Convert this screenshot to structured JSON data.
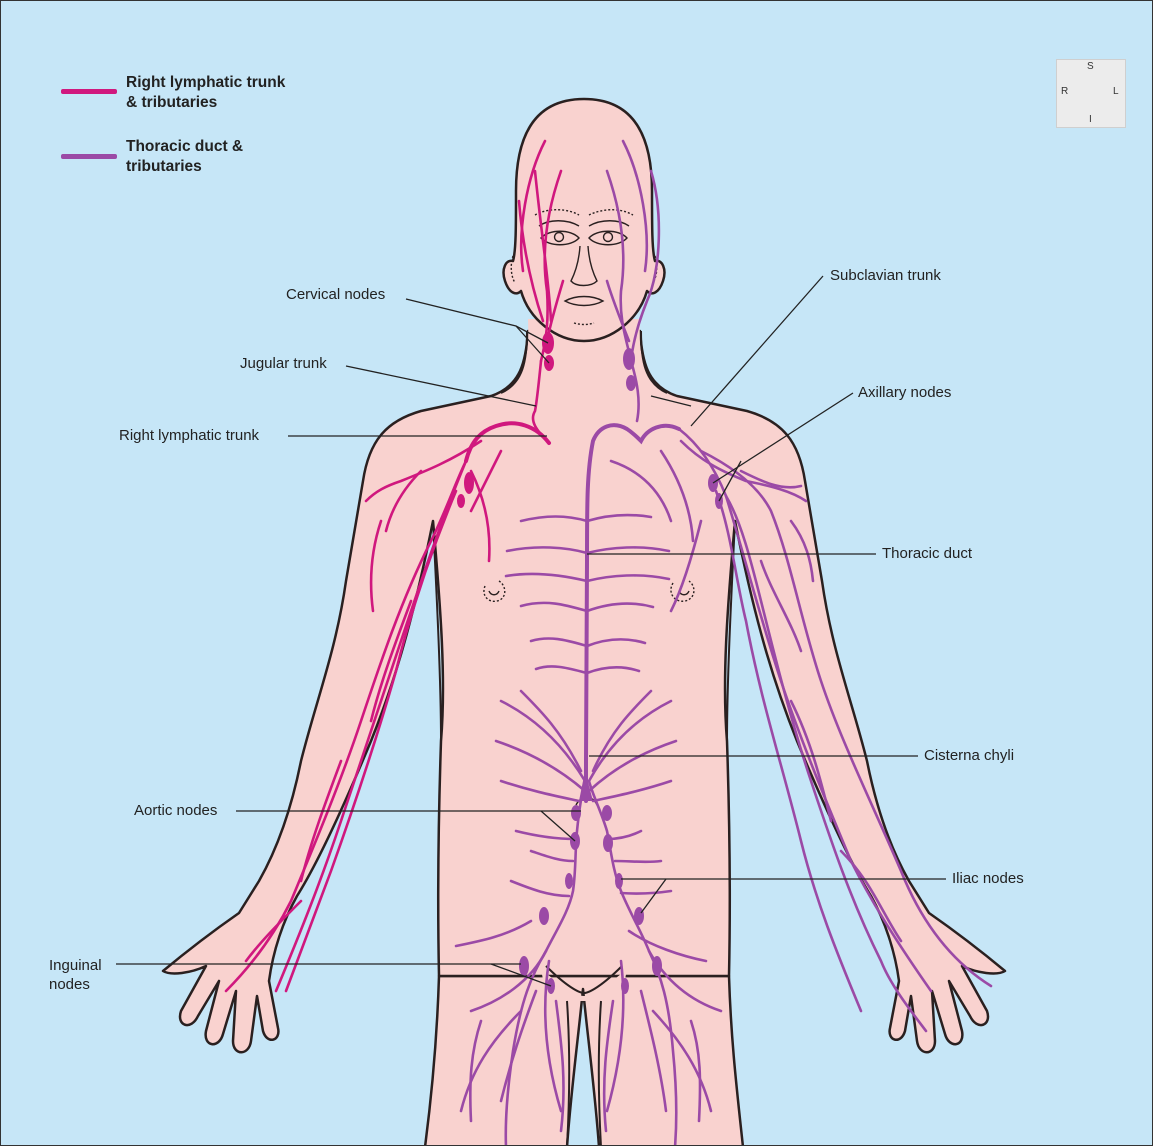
{
  "colors": {
    "background": "#c6e6f7",
    "skin": "#f9d2cf",
    "outline": "#2a2020",
    "right_lymphatic": "#d0187e",
    "thoracic_duct": "#9b4aa6",
    "compass_arrow": "#2aa7dc"
  },
  "legend": {
    "right_lymphatic_label": "Right lymphatic trunk & tributaries",
    "thoracic_duct_label": "Thoracic duct & tributaries"
  },
  "compass": {
    "superior": "S",
    "inferior": "I",
    "right": "R",
    "left": "L"
  },
  "labels": {
    "cervical_nodes": "Cervical nodes",
    "jugular_trunk": "Jugular trunk",
    "right_lymphatic_trunk": "Right lymphatic trunk",
    "subclavian_trunk": "Subclavian trunk",
    "axillary_nodes": "Axillary nodes",
    "thoracic_duct": "Thoracic duct",
    "cisterna_chyli": "Cisterna chyli",
    "aortic_nodes": "Aortic nodes",
    "iliac_nodes": "Iliac nodes",
    "inguinal_nodes": "Inguinal nodes"
  }
}
